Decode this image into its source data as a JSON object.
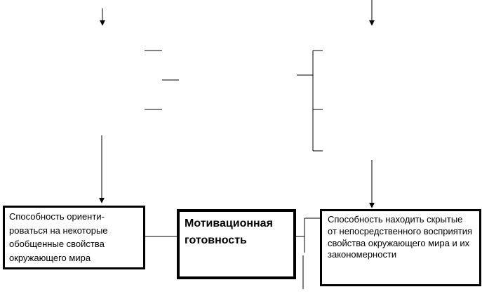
{
  "boxes": {
    "left": {
      "text": "Способность ориенти-ровaться на некоторые обобщенные свойства окружающего мира"
    },
    "center": {
      "text": "Мотивационная готовность"
    },
    "right": {
      "text": "Способность находить скрытые от непосредственного восприятия свойства окружающего мира и их закономерности"
    }
  }
}
